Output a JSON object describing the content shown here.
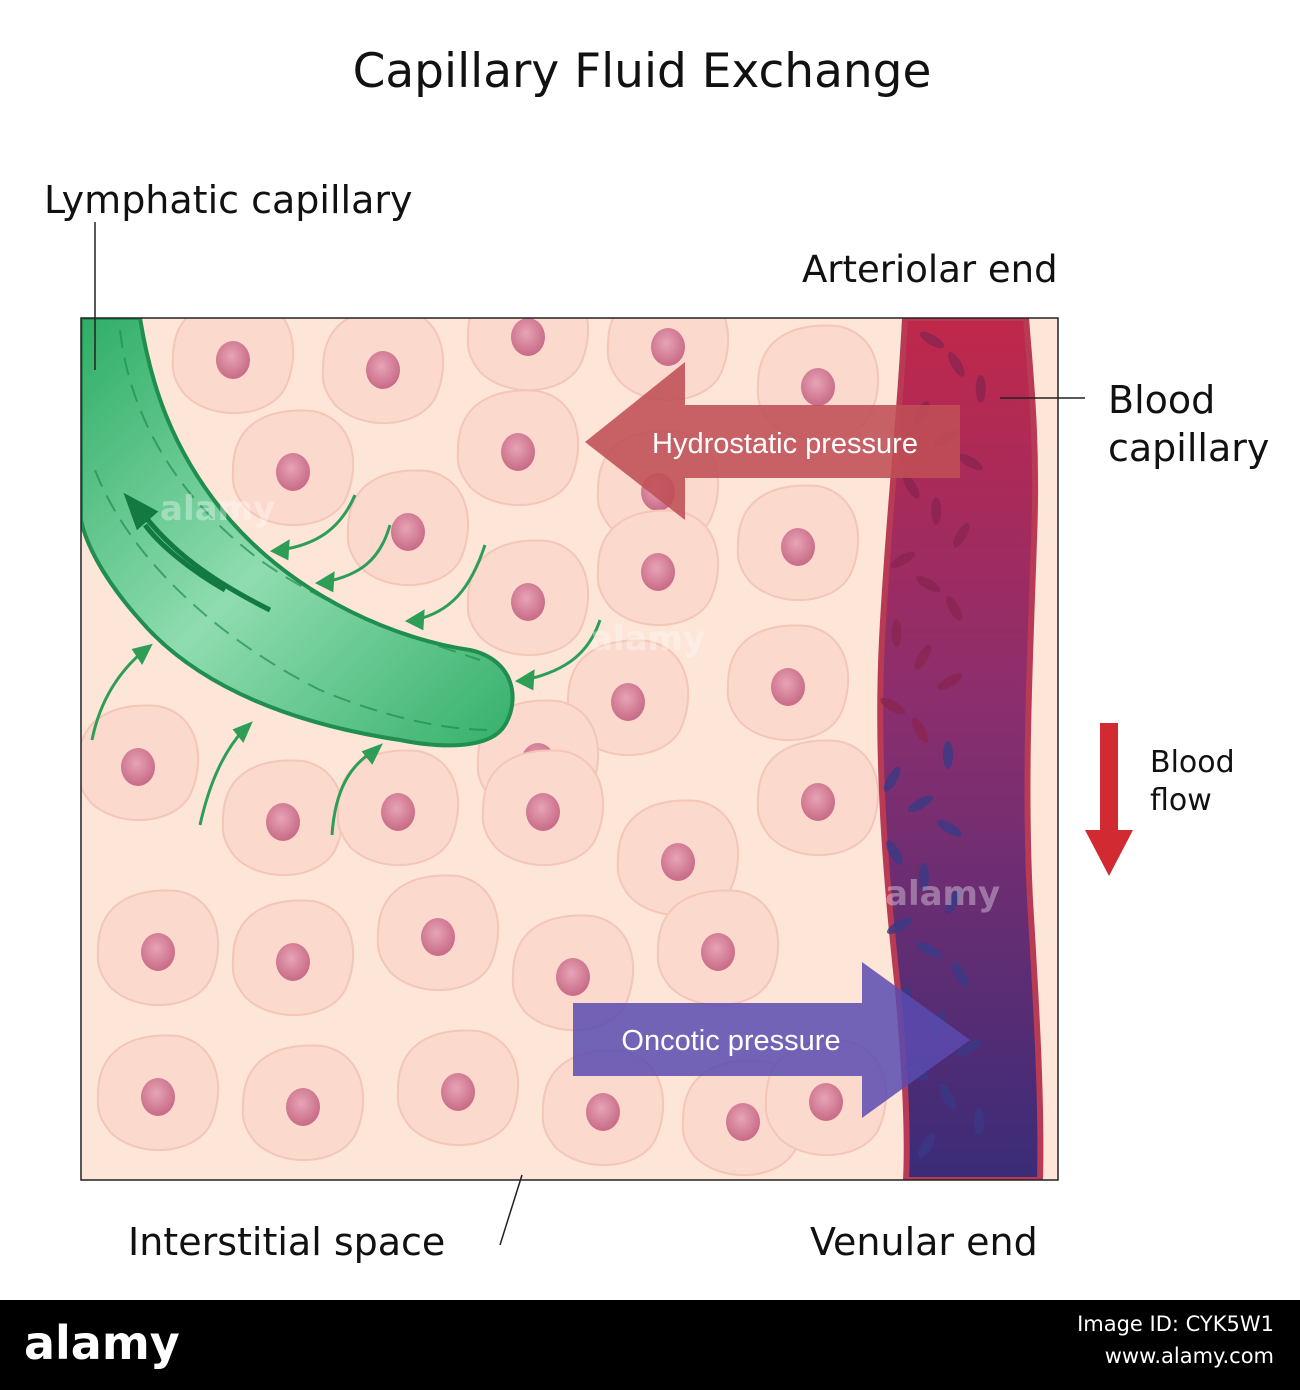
{
  "title": "Capillary Fluid Exchange",
  "labels": {
    "lymphatic_capillary": "Lymphatic capillary",
    "arteriolar_end": "Arteriolar end",
    "blood_capillary_line1": "Blood",
    "blood_capillary_line2": "capillary",
    "hydrostatic_pressure": "Hydrostatic pressure",
    "oncotic_pressure": "Oncotic pressure",
    "blood_flow_line1": "Blood",
    "blood_flow_line2": "flow",
    "interstitial_space": "Interstitial space",
    "venular_end": "Venular end"
  },
  "watermark": "alamy",
  "footer": {
    "brand": "alamy",
    "image_id": "Image ID: CYK5W1",
    "url": "www.alamy.com"
  },
  "colors": {
    "tissue": "#fde6d8",
    "cell": "#fbd9cd",
    "nucleus": "#d07a92",
    "lymph": "#3cb86e",
    "vessel_top": "#c02848",
    "vessel_bottom": "#3a2a7a",
    "hydrostatic_arrow": "#bf4e55",
    "oncotic_arrow": "#5b4bb0",
    "flow_arrow": "#d12a33"
  }
}
